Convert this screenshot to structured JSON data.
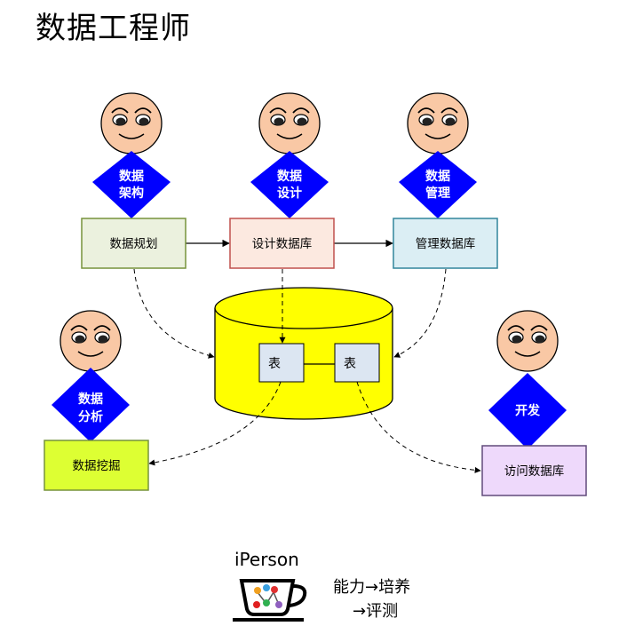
{
  "title": "数据工程师",
  "roles": {
    "architecture": {
      "line1": "数据",
      "line2": "架构"
    },
    "design": {
      "line1": "数据",
      "line2": "设计"
    },
    "management": {
      "line1": "数据",
      "line2": "管理"
    },
    "analysis": {
      "line1": "数据",
      "line2": "分析"
    },
    "development": {
      "line1": "开发"
    }
  },
  "boxes": {
    "planning": "数据规划",
    "design_db": "设计数据库",
    "manage_db": "管理数据库",
    "mining": "数据挖掘",
    "access_db": "访问数据库"
  },
  "database": {
    "table_left": "表",
    "table_right": "表"
  },
  "colors": {
    "role_diamond": "#0000ff",
    "head": "#f9c8a5",
    "database": "#ffff00",
    "planning_fill": "#ebf1de",
    "planning_border": "#77933c",
    "design_fill": "#fce9e0",
    "design_border": "#c0504d",
    "manage_fill": "#dbeef4",
    "manage_border": "#31859c",
    "mining_fill": "#ddff33",
    "mining_border": "#77933c",
    "access_fill": "#eed9fb",
    "access_border": "#604a7b",
    "table_fill": "#dce6f2"
  },
  "logo": {
    "label": "iPerson",
    "tagline_line1": "能力→培养",
    "tagline_line2": "→评测"
  }
}
